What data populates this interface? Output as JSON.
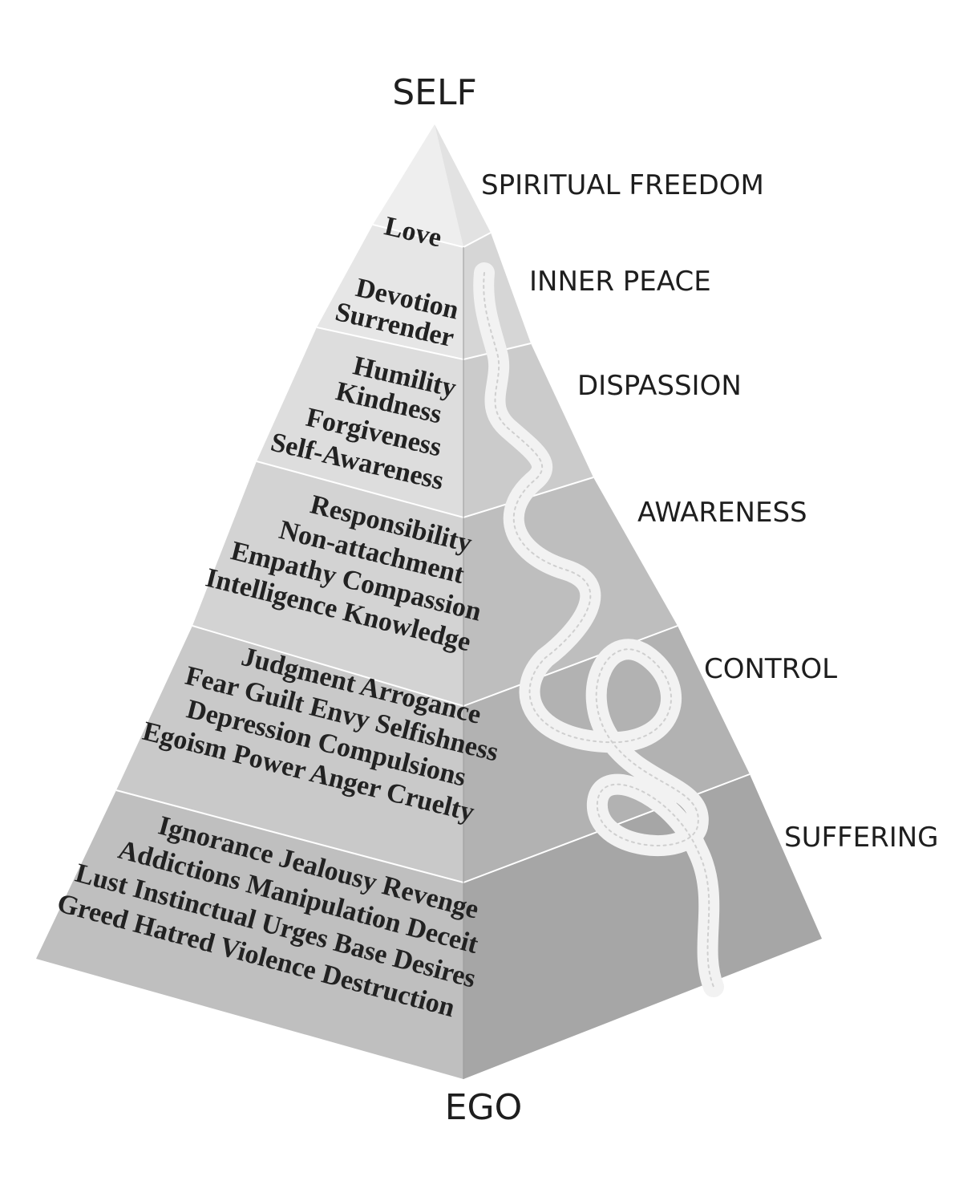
{
  "apex_label": "SELF",
  "base_label": "EGO",
  "levels": [
    {
      "state": "SPIRITUAL FREEDOM",
      "qualities": [
        "Love"
      ]
    },
    {
      "state": "INNER PEACE",
      "qualities": [
        "Devotion",
        "Surrender"
      ]
    },
    {
      "state": "DISPASSION",
      "qualities": [
        "Humility",
        "Kindness",
        "Forgiveness",
        "Self-Awareness"
      ]
    },
    {
      "state": "AWARENESS",
      "qualities": [
        "Responsibility",
        "Non-attachment",
        "Empathy Compassion",
        "Intelligence Knowledge"
      ]
    },
    {
      "state": "CONTROL",
      "qualities": [
        "Judgment Arrogance",
        "Fear Guilt Envy Selfishness",
        "Depression Compulsions",
        "Egoism Power Anger Cruelty"
      ]
    },
    {
      "state": "SUFFERING",
      "qualities": [
        "Ignorance Jealousy Revenge",
        "Addictions Manipulation Deceit",
        "Lust Instinctual Urges Base Desires",
        "Greed Hatred Violence Destruction"
      ]
    }
  ],
  "colors": {
    "left_faces": [
      "#eeeeee",
      "#e6e6e6",
      "#dddddd",
      "#d3d3d3",
      "#c9c9c9",
      "#bfbfbf"
    ],
    "right_faces": [
      "#e2e2e2",
      "#d6d6d6",
      "#cbcbcb",
      "#bebebe",
      "#b2b2b2",
      "#a6a6a6"
    ],
    "serpent": "#f2f2f2"
  },
  "serpent_icon": "serpent"
}
